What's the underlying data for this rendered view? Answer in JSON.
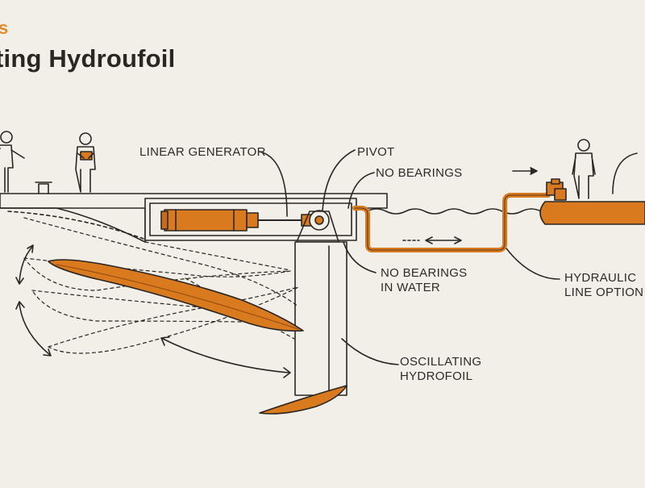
{
  "header": {
    "accent_text": "s",
    "title": "ting Hydroufoil"
  },
  "labels": {
    "linear_generator": "LINEAR GENERATOR",
    "pivot": "PIVOT",
    "no_bearings": "NO BEARINGS",
    "no_bearings_water_line1": "NO BEARINGS",
    "no_bearings_water_line2": "IN WATER",
    "hydraulic_line1": "HYDRAULIC",
    "hydraulic_line2": "LINE OPTION",
    "oscillating_line1": "OSCILLATING",
    "oscillating_line2": "HYDROFOIL"
  },
  "colors": {
    "background": "#f1efe7",
    "ink": "#2b2623",
    "accent_orange": "#e08a2a",
    "hull_orange": "#d97a1f"
  }
}
